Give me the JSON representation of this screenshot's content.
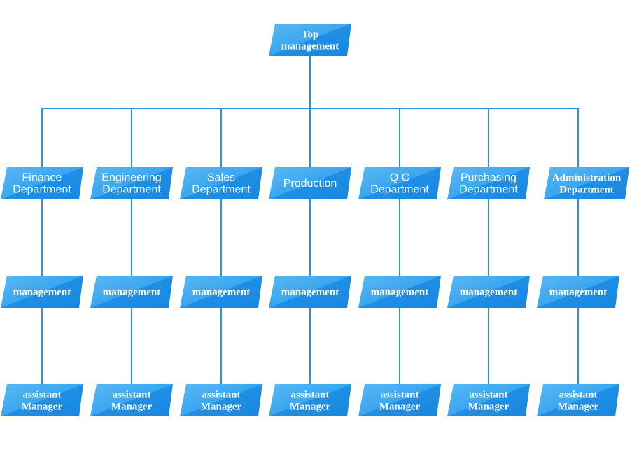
{
  "theme": {
    "box_fill": "#1a8fe6",
    "box_highlight": "#56b6f3",
    "line_color": "#2596d9",
    "text_color": "#ffffff"
  },
  "top": {
    "lines": [
      "Top",
      "management"
    ]
  },
  "departments": [
    {
      "id": "finance",
      "lines": [
        "Finance",
        "Department"
      ],
      "mgmt": "management",
      "assistant": [
        "assistant",
        "Manager"
      ]
    },
    {
      "id": "engineering",
      "lines": [
        "Engineering",
        "Department"
      ],
      "mgmt": "management",
      "assistant": [
        "assistant",
        "Manager"
      ]
    },
    {
      "id": "sales",
      "lines": [
        "Sales",
        "Department"
      ],
      "mgmt": "management",
      "assistant": [
        "assistant",
        "Manager"
      ]
    },
    {
      "id": "production",
      "lines": [
        "Production"
      ],
      "mgmt": "management",
      "assistant": [
        "assistant",
        "Manager"
      ]
    },
    {
      "id": "qc",
      "lines": [
        "Q C",
        "Department"
      ],
      "mgmt": "management",
      "assistant": [
        "assistant",
        "Manager"
      ]
    },
    {
      "id": "purchasing",
      "lines": [
        "Purchasing",
        "Department"
      ],
      "mgmt": "management",
      "assistant": [
        "assistant",
        "Manager"
      ]
    },
    {
      "id": "administration",
      "lines": [
        "Administration",
        "Department"
      ],
      "mgmt": "management",
      "assistant": [
        "assistant",
        "Manager"
      ]
    }
  ]
}
